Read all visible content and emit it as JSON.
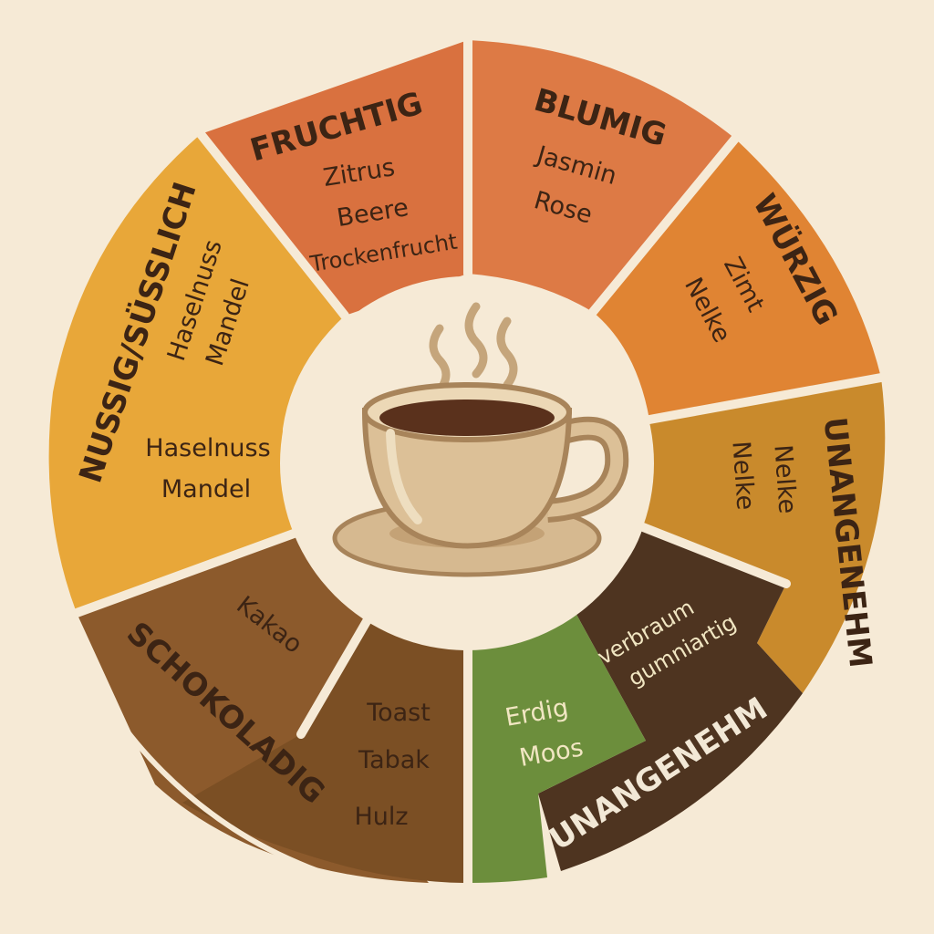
{
  "colors": {
    "background": "#f6ead6",
    "fruchtig": "#d9713f",
    "blumig": "#dd7a45",
    "wuerzig": "#e08433",
    "unangenehm_outer": "#c98a2c",
    "unangenehm_inner": "#4e3420",
    "erdig": "#6c8e3c",
    "schokoladig_light": "#8c5a2c",
    "schokoladig_dark": "#7b4f24",
    "nussig": "#e8a739",
    "separator": "#f6ead6",
    "hub": "#f6ead6",
    "text_dark": "#3c2414",
    "text_light": "#f2e8d6"
  },
  "center_icon": "coffee-cup-icon",
  "segments": {
    "fruchtig": {
      "label": "FRUCHTIG",
      "notes": [
        "Zitrus",
        "Beere",
        "Trockenfrucht"
      ]
    },
    "blumig": {
      "label": "BLUMIG",
      "notes": [
        "Jasmin",
        "Rose"
      ]
    },
    "wuerzig": {
      "label": "WÜRZIG",
      "notes": [
        "Zimt",
        "Nelke"
      ]
    },
    "unangenehm_outer": {
      "label": "UNANGENEHM",
      "notes": [
        "Nelke",
        "Nelke"
      ]
    },
    "unangenehm_inner": {
      "label": "UNANGENEHM",
      "notes": [
        "verbraum",
        "gumniartig"
      ]
    },
    "erdig": {
      "notes": [
        "Erdig",
        "Moos"
      ]
    },
    "schokoladig": {
      "label": "SCHOKOLADIG",
      "notes": [
        "Kakao",
        "Toast",
        "Tabak",
        "Hulz"
      ]
    },
    "nussig": {
      "label": "NUSSIG/SÜSSLICH",
      "notes": [
        "Haselnuss",
        "Mandel",
        "Haselnuss",
        "Mandel"
      ]
    }
  }
}
